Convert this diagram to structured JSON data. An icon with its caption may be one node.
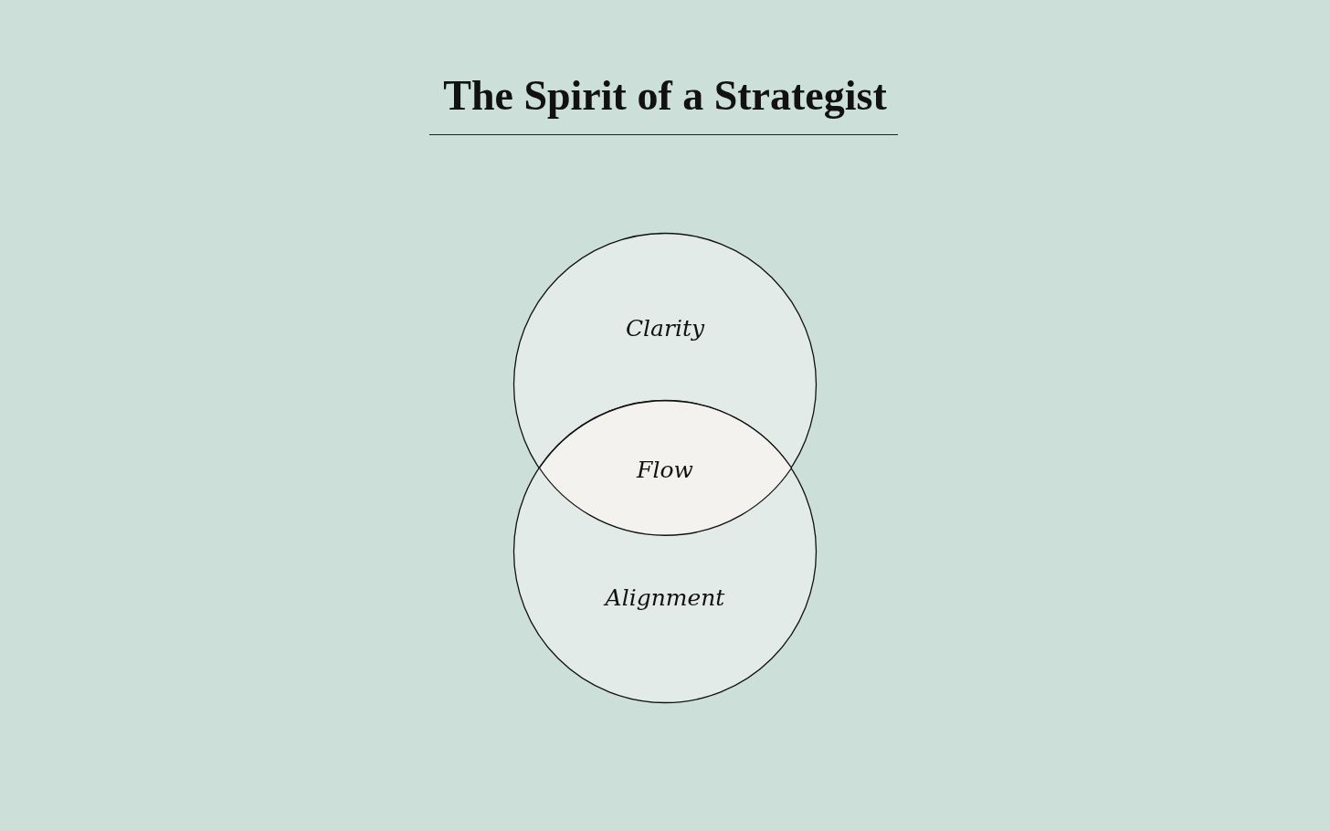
{
  "diagram": {
    "title": "The Spirit of a Strategist",
    "nodes": [
      {
        "text": [
          "Clarity"
        ]
      },
      {
        "text": [
          "Flow"
        ]
      },
      {
        "text": [
          "Alignment"
        ]
      }
    ]
  }
}
